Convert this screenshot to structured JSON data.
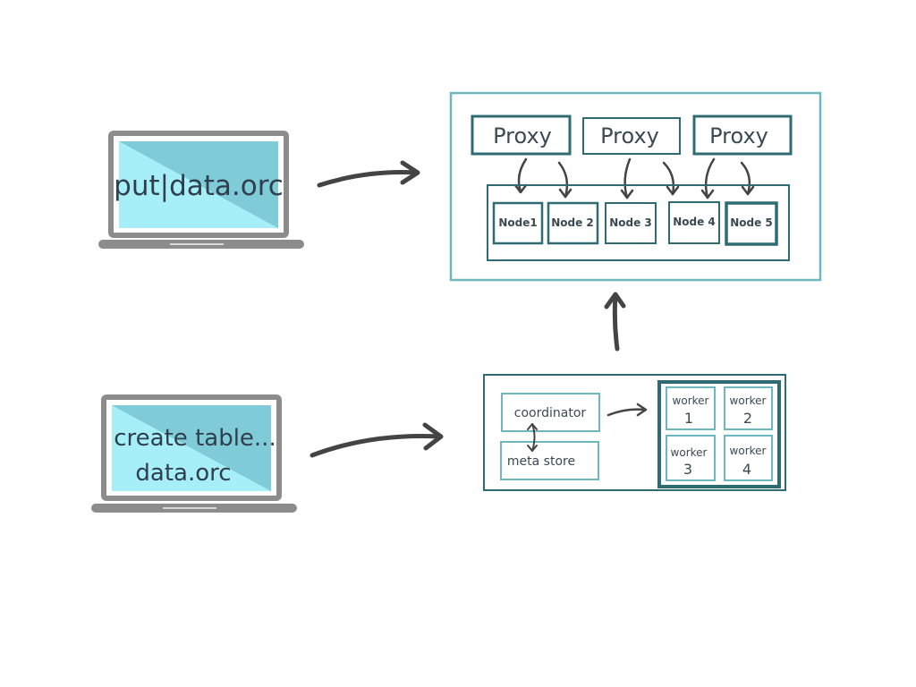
{
  "laptops": {
    "top": {
      "line1": "put|data.orc"
    },
    "bottom": {
      "line1": "create table...",
      "line2": "data.orc"
    }
  },
  "storage_cluster": {
    "proxies": [
      "Proxy",
      "Proxy",
      "Proxy"
    ],
    "nodes": [
      "Node1",
      "Node 2",
      "Node 3",
      "Node 4",
      "Node 5"
    ]
  },
  "compute_cluster": {
    "coordinator": "coordinator",
    "meta_store": "meta store",
    "workers": [
      {
        "label": "worker",
        "num": "1"
      },
      {
        "label": "worker",
        "num": "2"
      },
      {
        "label": "worker",
        "num": "3"
      },
      {
        "label": "worker",
        "num": "4"
      }
    ]
  },
  "colors": {
    "teal_dark": "#2f6b72",
    "teal_light": "#6fb7bf",
    "screen_light": "#a6eef8",
    "screen_dark": "#7fcbd8",
    "laptop_gray": "#8c8c8c",
    "arrow": "#444444"
  }
}
